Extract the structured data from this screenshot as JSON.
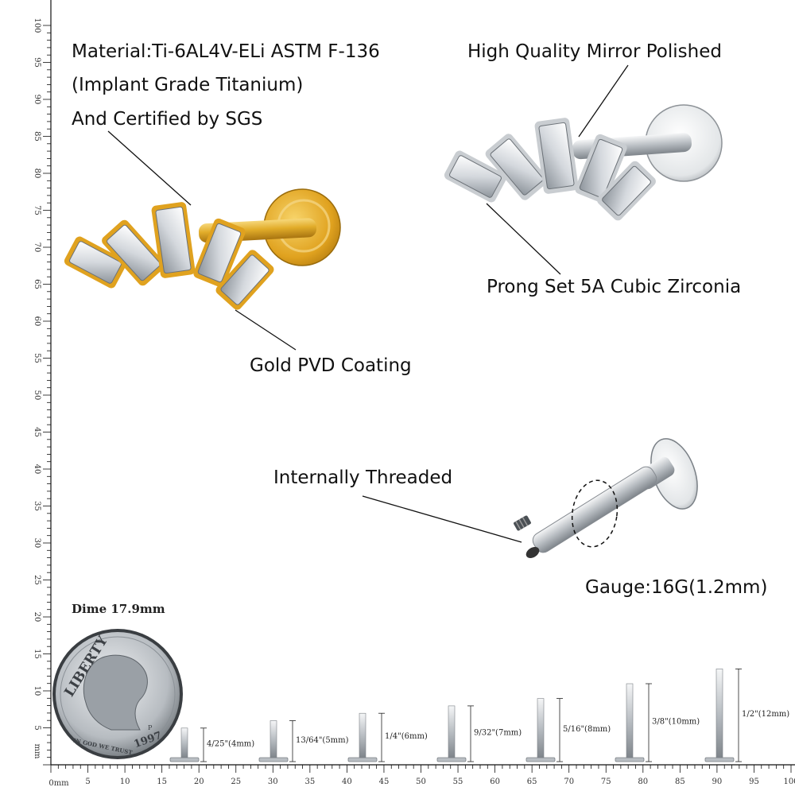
{
  "callouts": {
    "material_line1": "Material:Ti-6AL4V-ELi ASTM F-136",
    "material_line2": "(Implant Grade Titanium)",
    "material_line3": "And Certified by SGS",
    "mirror": "High Quality Mirror Polished",
    "prong": "Prong Set 5A Cubic Zirconia",
    "gold": "Gold PVD Coating",
    "thread": "Internally Threaded",
    "gauge": "Gauge:16G(1.2mm)"
  },
  "dime": {
    "label": "Dime 17.9mm",
    "motto": "LIBERTY",
    "trust": "IN GOD WE TRUST",
    "year": "1997",
    "mint": "P"
  },
  "sizes": [
    {
      "label": "4/25\"(4mm)",
      "mm": 4
    },
    {
      "label": "13/64\"(5mm)",
      "mm": 5
    },
    {
      "label": "1/4\"(6mm)",
      "mm": 6
    },
    {
      "label": "9/32\"(7mm)",
      "mm": 7
    },
    {
      "label": "5/16\"(8mm)",
      "mm": 8
    },
    {
      "label": "3/8\"(10mm)",
      "mm": 10
    },
    {
      "label": "1/2\"(12mm)",
      "mm": 12
    }
  ],
  "ruler": {
    "unit_label": "0mm",
    "vertical_unit": "mm",
    "max": 100,
    "step": 5
  },
  "colors": {
    "gold": "#d4a017",
    "silver": "#c8ccd0",
    "ink": "#111111"
  }
}
